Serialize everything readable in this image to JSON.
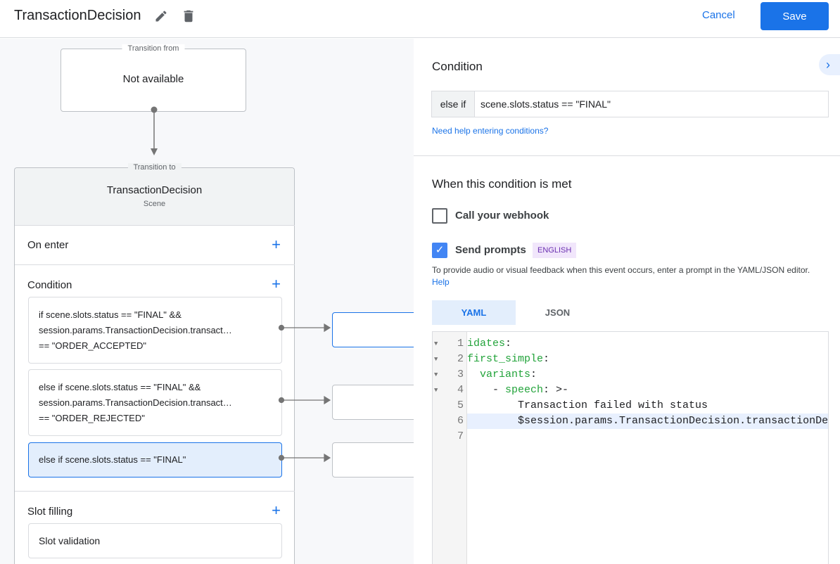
{
  "header": {
    "title": "TransactionDecision",
    "cancel": "Cancel",
    "save": "Save"
  },
  "canvas": {
    "from": {
      "legend": "Transition from",
      "value": "Not available"
    },
    "to": {
      "legend": "Transition to",
      "name": "TransactionDecision",
      "type": "Scene"
    },
    "on_enter": "On enter",
    "condition": "Condition",
    "conditions": [
      {
        "lines": [
          "if scene.slots.status == \"FINAL\" &&",
          "session.params.TransactionDecision.transact…",
          "== \"ORDER_ACCEPTED\""
        ]
      },
      {
        "lines": [
          "else if scene.slots.status == \"FINAL\" &&",
          "session.params.TransactionDecision.transact…",
          "== \"ORDER_REJECTED\""
        ]
      },
      {
        "lines": [
          "else if scene.slots.status == \"FINAL\""
        ]
      }
    ],
    "slot_filling": "Slot filling",
    "slot_validation": "Slot validation"
  },
  "panel": {
    "condition_title": "Condition",
    "prefix": "else if",
    "expression": "scene.slots.status == \"FINAL\"",
    "help_link": "Need help entering conditions?",
    "met_title": "When this condition is met",
    "webhook": {
      "label": "Call your webhook",
      "checked": false
    },
    "prompts": {
      "label": "Send prompts",
      "checked": true,
      "badge": "ENGLISH"
    },
    "desc": "To provide audio or visual feedback when this event occurs, enter a prompt in the YAML/JSON editor.",
    "desc_link": "Help",
    "tabs": [
      "YAML",
      "JSON"
    ],
    "active_tab": "YAML",
    "code": [
      {
        "n": "1",
        "key": "idates",
        "rest": ":",
        "indent": ""
      },
      {
        "n": "2",
        "key": "first_simple",
        "rest": ":",
        "indent": ""
      },
      {
        "n": "3",
        "key": "variants",
        "rest": ":",
        "indent": "  "
      },
      {
        "n": "4",
        "key": "speech",
        "rest": ": >-",
        "indent": "    - "
      },
      {
        "n": "5",
        "key": "",
        "rest": "Transaction failed with status",
        "indent": "        "
      },
      {
        "n": "6",
        "key": "",
        "rest": "$session.params.TransactionDecision.transactionDecision",
        "indent": "        "
      },
      {
        "n": "7",
        "key": "",
        "rest": "",
        "indent": ""
      }
    ]
  },
  "colors": {
    "accent": "#1a73e8",
    "selected": "#e3eefc",
    "code_key": "#22a33a",
    "badge_bg": "#f1e6fb",
    "badge_fg": "#6a2fb0"
  }
}
